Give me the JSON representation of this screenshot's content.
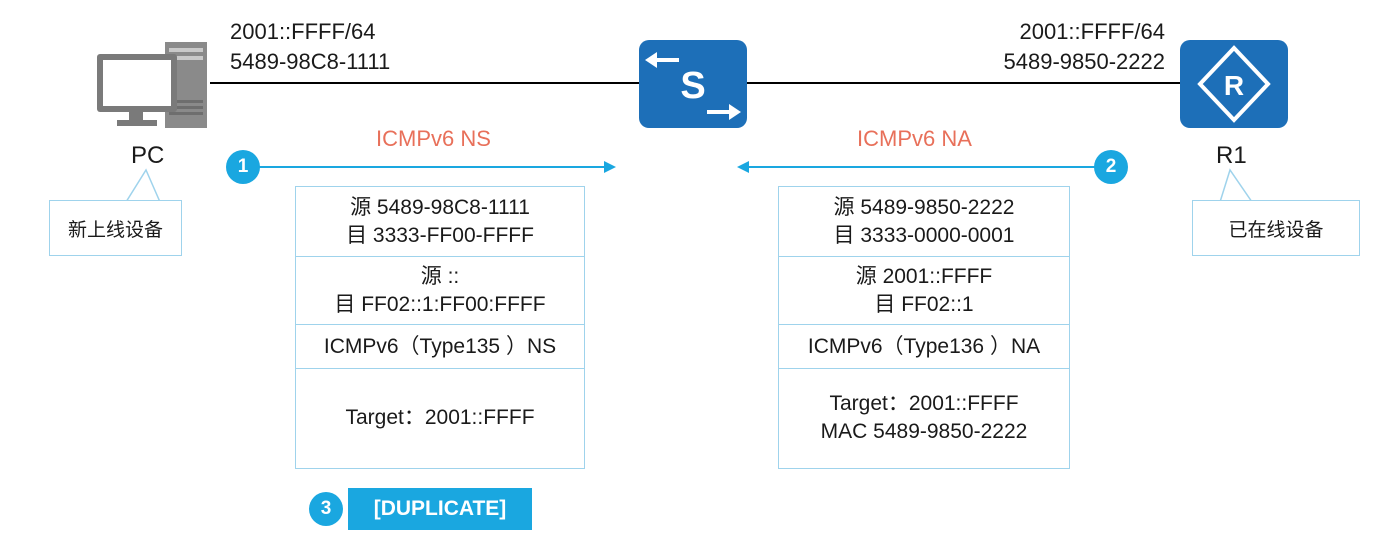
{
  "colors": {
    "accent_blue": "#1aa7e0",
    "label_red": "#e8705a",
    "box_border": "#9fd3ec",
    "device_blue": "#1d6fb8"
  },
  "pc": {
    "icon": "pc-icon",
    "name": "PC",
    "ip": "2001::FFFF/64",
    "mac": "5489-98C8-1111",
    "callout": "新上线设备"
  },
  "switch": {
    "icon": "switch-icon",
    "glyph": "S"
  },
  "router": {
    "icon": "router-icon",
    "glyph": "R",
    "name": "R1",
    "ip": "2001::FFFF/64",
    "mac": "5489-9850-2222",
    "callout": "已在线设备"
  },
  "ns": {
    "step": "1",
    "label": "ICMPv6 NS",
    "l2_src": "源  5489-98C8-1111",
    "l2_dst": "目  3333-FF00-FFFF",
    "l3_src": "源  ::",
    "l3_dst": "目  FF02::1:FF00:FFFF",
    "icmp": "ICMPv6（Type135 ）NS",
    "target": "Target：2001::FFFF"
  },
  "na": {
    "step": "2",
    "label": "ICMPv6 NA",
    "l2_src": "源  5489-9850-2222",
    "l2_dst": "目  3333-0000-0001",
    "l3_src": "源  2001::FFFF",
    "l3_dst": "目  FF02::1",
    "icmp": "ICMPv6（Type136 ）NA",
    "target": "Target：2001::FFFF",
    "mac": "MAC 5489-9850-2222"
  },
  "result": {
    "step": "3",
    "label": "[DUPLICATE]"
  }
}
